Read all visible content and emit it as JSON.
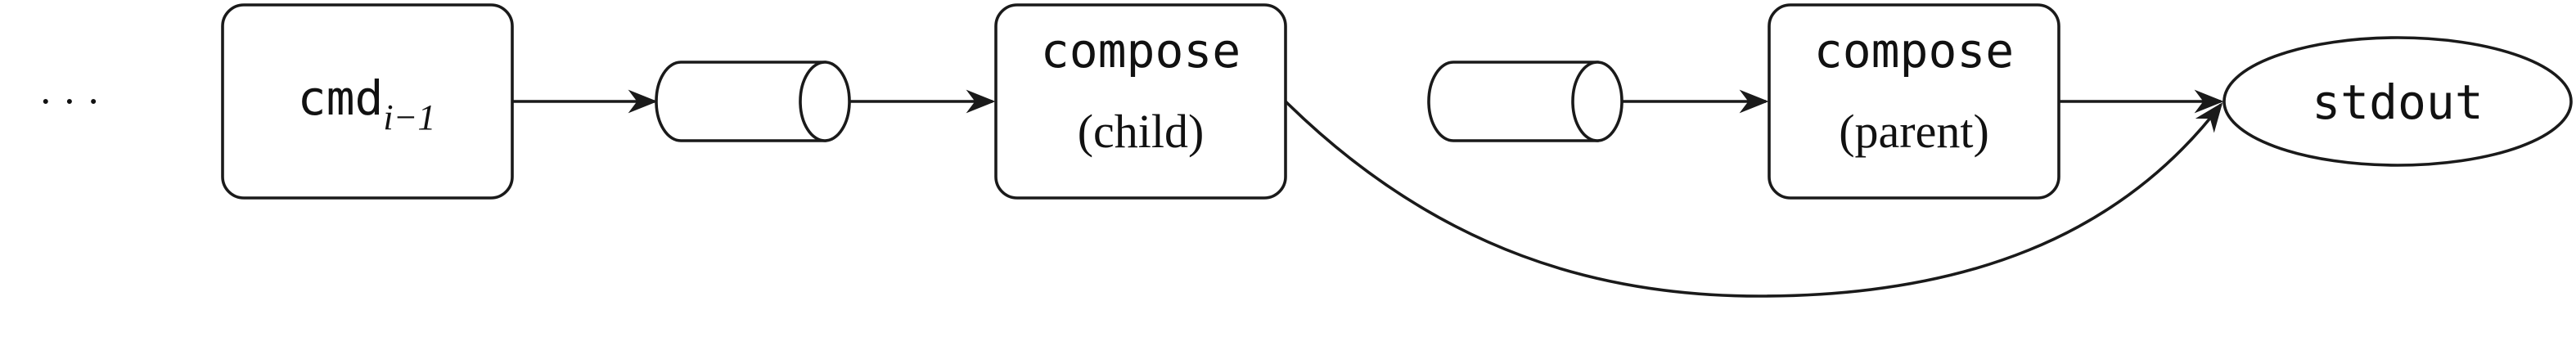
{
  "ellipsis": "· · ·",
  "nodes": {
    "cmd": {
      "name": "cmd",
      "subscript": "i−1"
    },
    "compose_child": {
      "title": "compose",
      "role": "(child)"
    },
    "compose_parent": {
      "title": "compose",
      "role": "(parent)"
    },
    "stdout": {
      "label": "stdout"
    }
  },
  "colors": {
    "stroke": "#1a1a1a",
    "text": "#111111",
    "background": "#ffffff"
  }
}
